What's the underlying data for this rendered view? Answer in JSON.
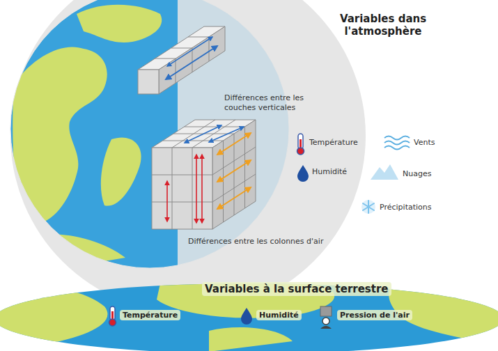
{
  "diagram": {
    "title": "Variables dans l'atmosphère",
    "nodes": [
      {
        "text": [
          "Variables à la surface terrestre",
          "Température",
          "Humidité",
          "Pression de l'air"
        ]
      }
    ],
    "labels": [
      "Différences entre les couches verticales",
      "Température",
      "Vents",
      "Humidité",
      "Nuages",
      "Précipitations",
      "Différences entre les colonnes d'air"
    ]
  }
}
